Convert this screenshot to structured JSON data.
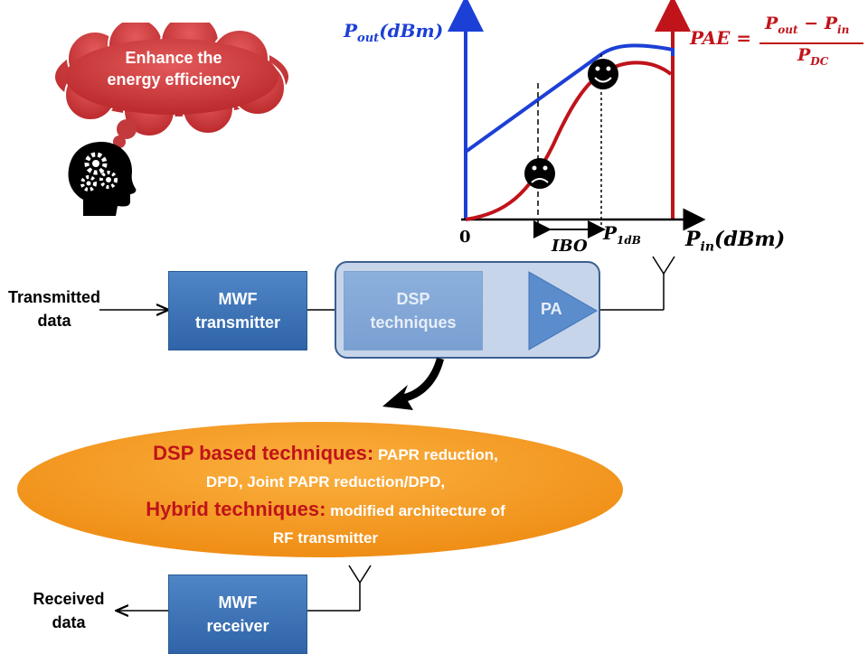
{
  "cloud": {
    "line1": "Enhance the",
    "line2": "energy efficiency"
  },
  "chart": {
    "y_left_label": "P",
    "y_left_sub": "out",
    "y_left_unit": "(dBm)",
    "pae_lhs": "PAE =",
    "pae_num_a": "P",
    "pae_num_a_sub": "out",
    "pae_num_minus": " − ",
    "pae_num_b": "P",
    "pae_num_b_sub": "in",
    "pae_den": "P",
    "pae_den_sub": "DC",
    "origin": "0",
    "ibo": "IBO",
    "p1db": "P",
    "p1db_sub": "1dB",
    "x_label": "P",
    "x_sub": "in",
    "x_unit": "(dBm)",
    "colors": {
      "pout": "#1c3fd6",
      "pae": "#c0131a",
      "axis": "#000000"
    }
  },
  "chain": {
    "tx_input_line1": "Transmitted",
    "tx_input_line2": "data",
    "mwf_tx_line1": "MWF",
    "mwf_tx_line2": "transmitter",
    "dsp_line1": "DSP",
    "dsp_line2": "techniques",
    "pa": "PA",
    "rx_output_line1": "Received",
    "rx_output_line2": "data",
    "mwf_rx_line1": "MWF",
    "mwf_rx_line2": "receiver"
  },
  "ellipse": {
    "dsp_title": "DSP based techniques:",
    "dsp_text1": " PAPR reduction,",
    "dsp_text2": "DPD, Joint PAPR reduction/DPD,",
    "hybrid_title": "Hybrid techniques:",
    "hybrid_text1": " modified architecture of",
    "hybrid_text2": "RF transmitter",
    "colors": {
      "title": "#c0131a",
      "fill": "#f39a1e"
    }
  },
  "icons": [
    "thought-cloud-icon",
    "head-gears-icon",
    "sad-face-icon",
    "happy-face-icon",
    "antenna-icon",
    "curved-arrow-icon"
  ]
}
